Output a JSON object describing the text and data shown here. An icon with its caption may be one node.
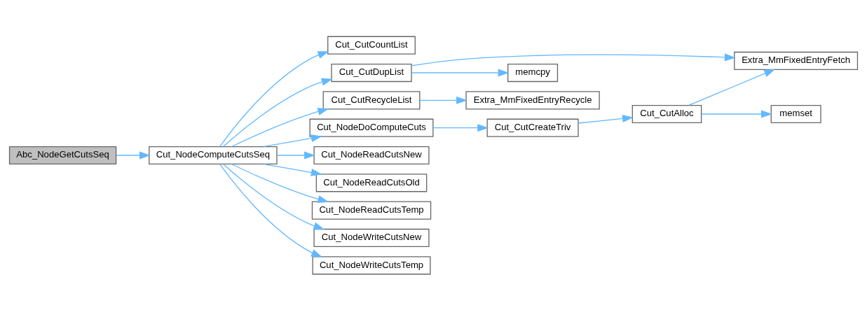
{
  "diagram": {
    "nodes": [
      {
        "text": [
          "Abc_NodeGetCutsSeq"
        ]
      },
      {
        "text": [
          "Cut_NodeComputeCutsSeq"
        ]
      },
      {
        "text": [
          "Cut_CutCountList"
        ]
      },
      {
        "text": [
          "Cut_CutDupList"
        ]
      },
      {
        "text": [
          "Extra_MmFixedEntryFetch"
        ]
      },
      {
        "text": [
          "memcpy"
        ]
      },
      {
        "text": [
          "Cut_CutRecycleList"
        ]
      },
      {
        "text": [
          "Extra_MmFixedEntryRecycle"
        ]
      },
      {
        "text": [
          "Cut_NodeDoComputeCuts"
        ]
      },
      {
        "text": [
          "Cut_CutCreateTriv"
        ]
      },
      {
        "text": [
          "Cut_CutAlloc"
        ]
      },
      {
        "text": [
          "memset"
        ]
      },
      {
        "text": [
          "Cut_NodeReadCutsNew"
        ]
      },
      {
        "text": [
          "Cut_NodeReadCutsOld"
        ]
      },
      {
        "text": [
          "Cut_NodeReadCutsTemp"
        ]
      },
      {
        "text": [
          "Cut_NodeWriteCutsNew"
        ]
      },
      {
        "text": [
          "Cut_NodeWriteCutsTemp"
        ]
      }
    ],
    "edges": [
      {
        "from": 0,
        "to": 1,
        "arrow": "to"
      },
      {
        "from": 1,
        "to": 2,
        "arrow": "to"
      },
      {
        "from": 1,
        "to": 3,
        "arrow": "to"
      },
      {
        "from": 1,
        "to": 6,
        "arrow": "to"
      },
      {
        "from": 1,
        "to": 8,
        "arrow": "to"
      },
      {
        "from": 1,
        "to": 12,
        "arrow": "to"
      },
      {
        "from": 1,
        "to": 13,
        "arrow": "to"
      },
      {
        "from": 1,
        "to": 14,
        "arrow": "to"
      },
      {
        "from": 1,
        "to": 15,
        "arrow": "to"
      },
      {
        "from": 1,
        "to": 16,
        "arrow": "to"
      },
      {
        "from": 3,
        "to": 4,
        "arrow": "to"
      },
      {
        "from": 3,
        "to": 5,
        "arrow": "to"
      },
      {
        "from": 6,
        "to": 7,
        "arrow": "to"
      },
      {
        "from": 8,
        "to": 9,
        "arrow": "to"
      },
      {
        "from": 9,
        "to": 10,
        "arrow": "to"
      },
      {
        "from": 10,
        "to": 4,
        "arrow": "to"
      },
      {
        "from": 10,
        "to": 11,
        "arrow": "to"
      }
    ]
  }
}
